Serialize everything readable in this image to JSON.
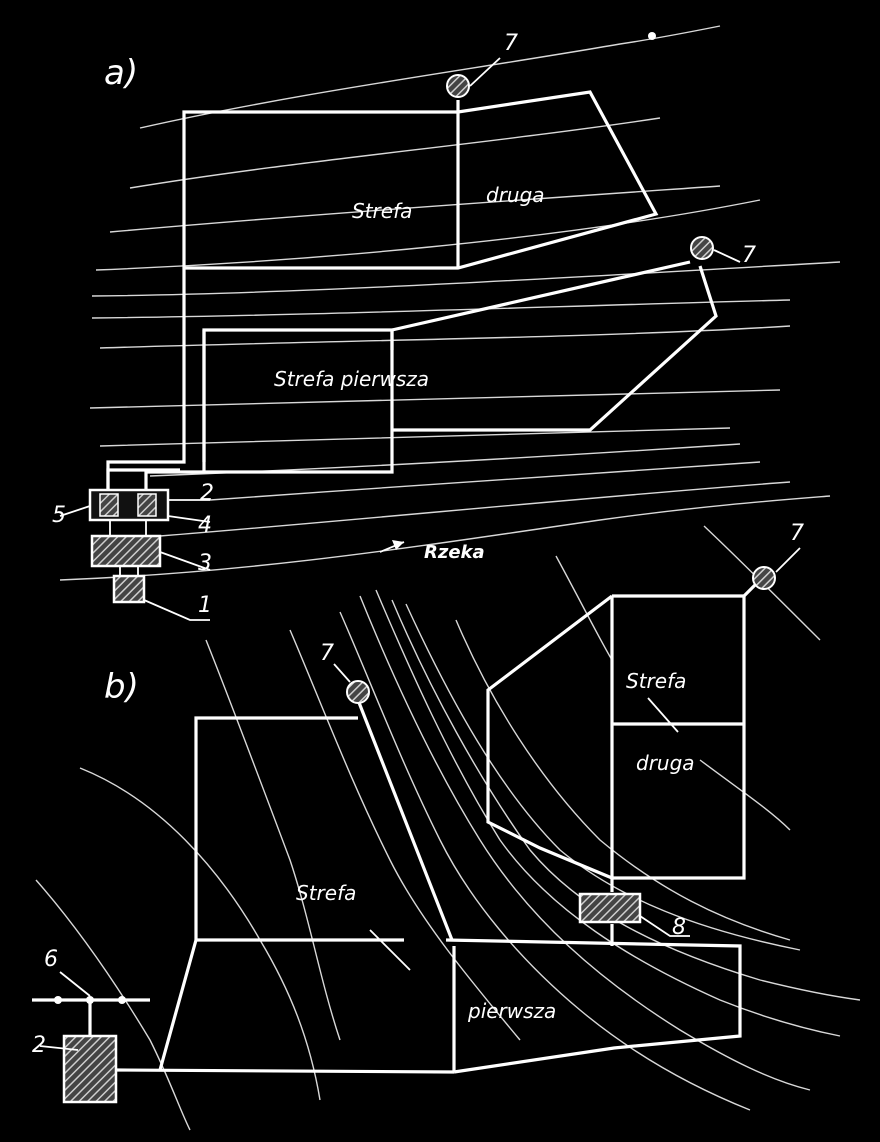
{
  "colors": {
    "background": "#000000",
    "line": "#ffffff",
    "hatch": "#bdbdbd"
  },
  "part_a": {
    "label": "a)",
    "zone_second": "Strefa",
    "zone_second_b": "druga",
    "zone_first": "Strefa  pierwsza",
    "river": "Rzeka",
    "n1": "1",
    "n2": "2",
    "n3": "3",
    "n4": "4",
    "n5": "5",
    "n7_top": "7",
    "n7_right": "7"
  },
  "part_b": {
    "label": "b)",
    "zone_second": "Strefa",
    "zone_second_b": "druga",
    "zone_first": "Strefa",
    "zone_first_b": "pierwsza",
    "n2": "2",
    "n6": "6",
    "n7_left": "7",
    "n7_right": "7",
    "n8": "8"
  }
}
